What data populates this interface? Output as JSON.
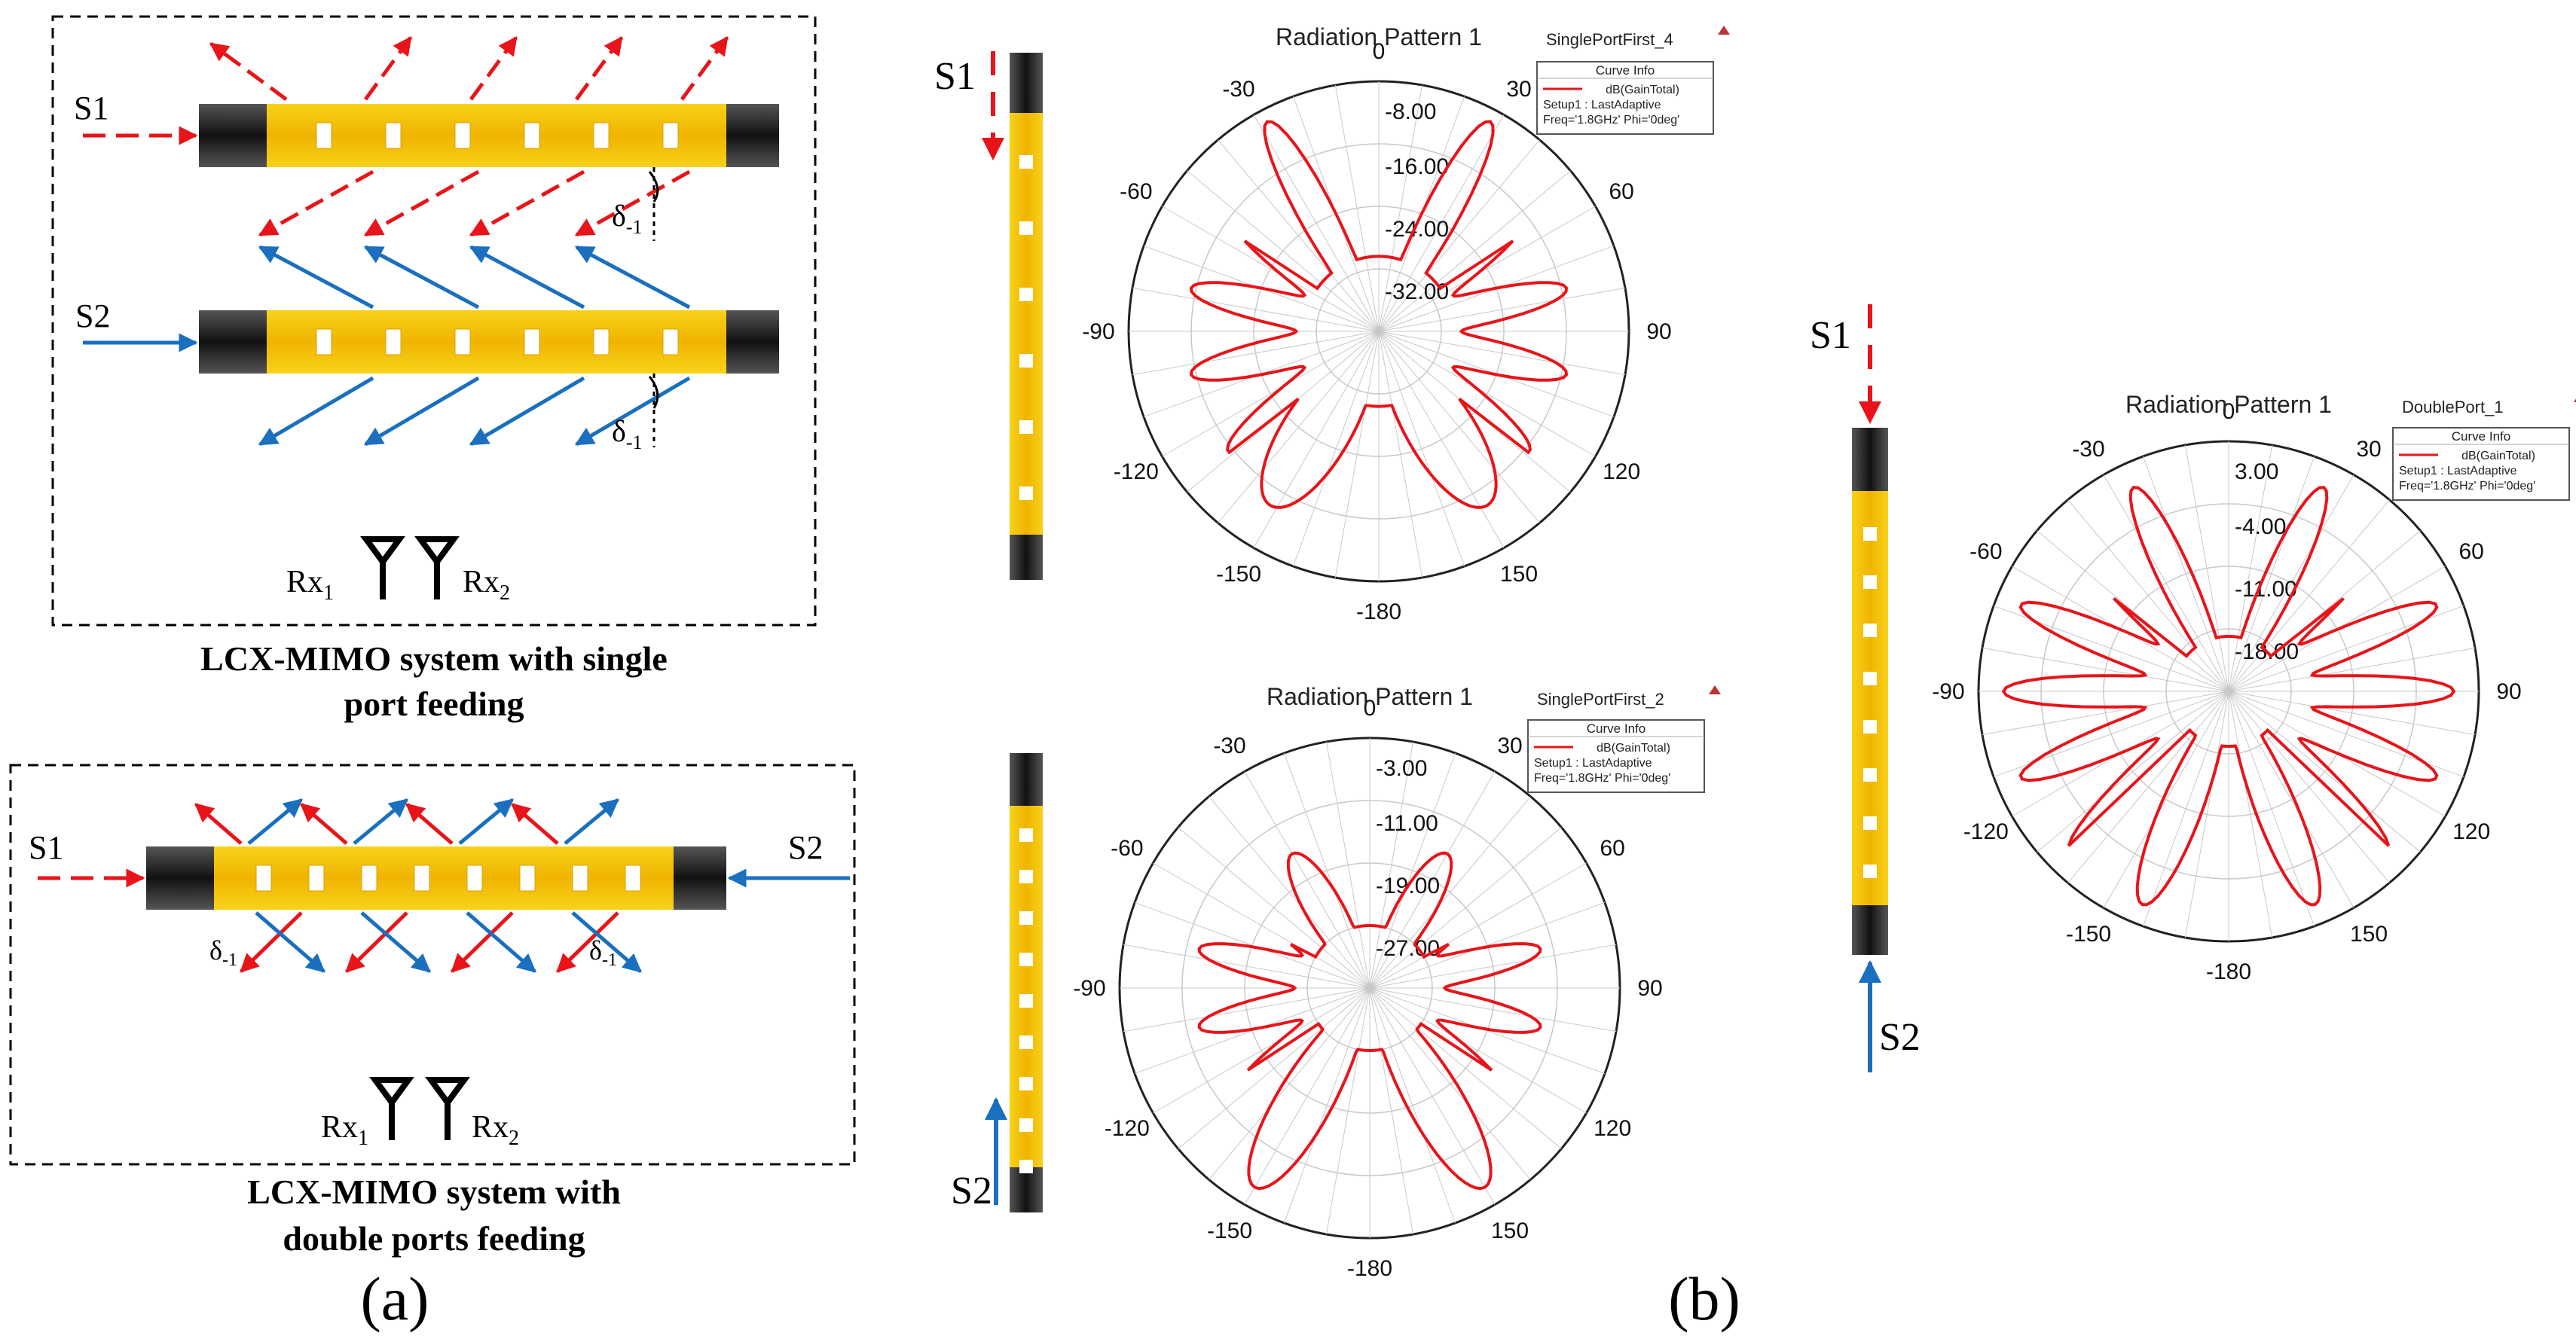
{
  "panel_a": {
    "single": {
      "source_1": "S1",
      "source_2": "S2",
      "angle": "δ",
      "angle_sub": "-1",
      "rx": "Rx",
      "rx1_sub": "1",
      "rx2_sub": "2",
      "caption_line1": "LCX-MIMO system with single",
      "caption_line2": "port feeding"
    },
    "double": {
      "source_1": "S1",
      "source_2": "S2",
      "angle": "δ",
      "angle_sub": "-1",
      "rx": "Rx",
      "rx1_sub": "1",
      "rx2_sub": "2",
      "caption_line1": "LCX-MIMO system with",
      "caption_line2": "double ports feeding"
    },
    "label": "(a)"
  },
  "panel_b": {
    "label": "(b)",
    "cable_top_label": "S1",
    "cable_bottom_label": "S2",
    "cable_double_top": "S1",
    "cable_double_bottom": "S2"
  },
  "plots": [
    {
      "title": "Radiation Pattern 1",
      "design": "SinglePortFirst_4",
      "legend_header": "Curve Info",
      "legend_curve": "dB(GainTotal)",
      "legend_setup": "Setup1 : LastAdaptive",
      "legend_freq": "Freq='1.8GHz' Phi='0deg'",
      "angle_labels": [
        "0",
        "30",
        "60",
        "90",
        "120",
        "150",
        "-180",
        "-150",
        "-120",
        "-90",
        "-60",
        "-30"
      ],
      "radial_labels": [
        "-8.00",
        "-16.00",
        "-24.00",
        "-32.00"
      ],
      "chart_data": {
        "type": "polar",
        "series": [
          {
            "name": "dB(GainTotal)",
            "color": "#e8141a"
          }
        ],
        "r_ticks": [
          -8,
          -16,
          -24,
          -32
        ]
      }
    },
    {
      "title": "Radiation Pattern 1",
      "design": "SinglePortFirst_2",
      "legend_header": "Curve Info",
      "legend_curve": "dB(GainTotal)",
      "legend_setup": "Setup1 : LastAdaptive",
      "legend_freq": "Freq='1.8GHz' Phi='0deg'",
      "angle_labels": [
        "0",
        "30",
        "60",
        "90",
        "120",
        "150",
        "-180",
        "-150",
        "-120",
        "-90",
        "-60",
        "-30"
      ],
      "radial_labels": [
        "-3.00",
        "-11.00",
        "-19.00",
        "-27.00"
      ],
      "chart_data": {
        "type": "polar",
        "series": [
          {
            "name": "dB(GainTotal)",
            "color": "#e8141a"
          }
        ],
        "r_ticks": [
          -3,
          -11,
          -19,
          -27
        ]
      }
    },
    {
      "title": "Radiation Pattern 1",
      "design": "DoublePort_1",
      "legend_header": "Curve Info",
      "legend_curve": "dB(GainTotal)",
      "legend_setup": "Setup1 : LastAdaptive",
      "legend_freq": "Freq='1.8GHz' Phi='0deg'",
      "angle_labels": [
        "0",
        "30",
        "60",
        "90",
        "120",
        "150",
        "-180",
        "-150",
        "-120",
        "-90",
        "-60",
        "-30"
      ],
      "radial_labels": [
        "3.00",
        "-4.00",
        "-11.00",
        "-18.00"
      ],
      "chart_data": {
        "type": "polar",
        "series": [
          {
            "name": "dB(GainTotal)",
            "color": "#e8141a"
          }
        ],
        "r_ticks": [
          3,
          -4,
          -11,
          -18
        ]
      }
    }
  ],
  "colors": {
    "red": "#e8141a",
    "blue": "#1a6fbf",
    "cable_yellow": "#f4c200",
    "cable_black": "#1a1a1a",
    "grid": "#c8c8c8"
  }
}
